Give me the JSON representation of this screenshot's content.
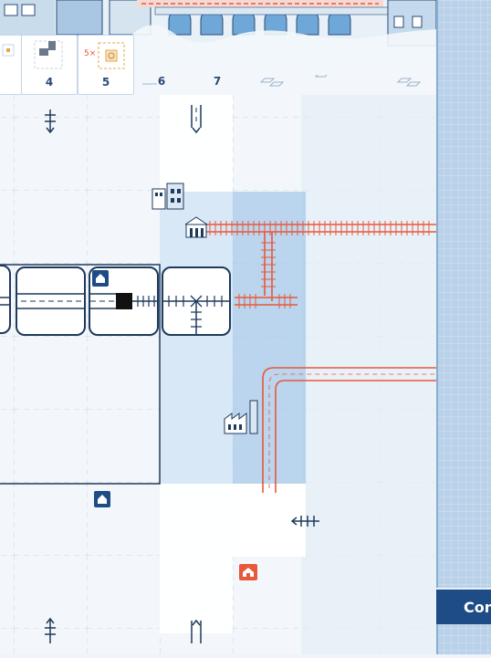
{
  "rounds": {
    "card_4": "4",
    "card_5": "5",
    "label_6": "6",
    "label_7": "7",
    "card_5_multiplier": "5×"
  },
  "side_panel": {
    "confirm_label": "Con"
  },
  "colors": {
    "rail": "#e8583a",
    "road": "#e8583a",
    "ink": "#1f3a5c",
    "water": "#a8cbe8",
    "panel": "#bcd3ea",
    "button": "#1e4c86"
  },
  "icons": {
    "exit_markers": [
      "rail-exit-icon",
      "road-exit-icon"
    ],
    "buildings": [
      "house-icon",
      "factory-icon",
      "station-icon",
      "village-icon"
    ]
  }
}
